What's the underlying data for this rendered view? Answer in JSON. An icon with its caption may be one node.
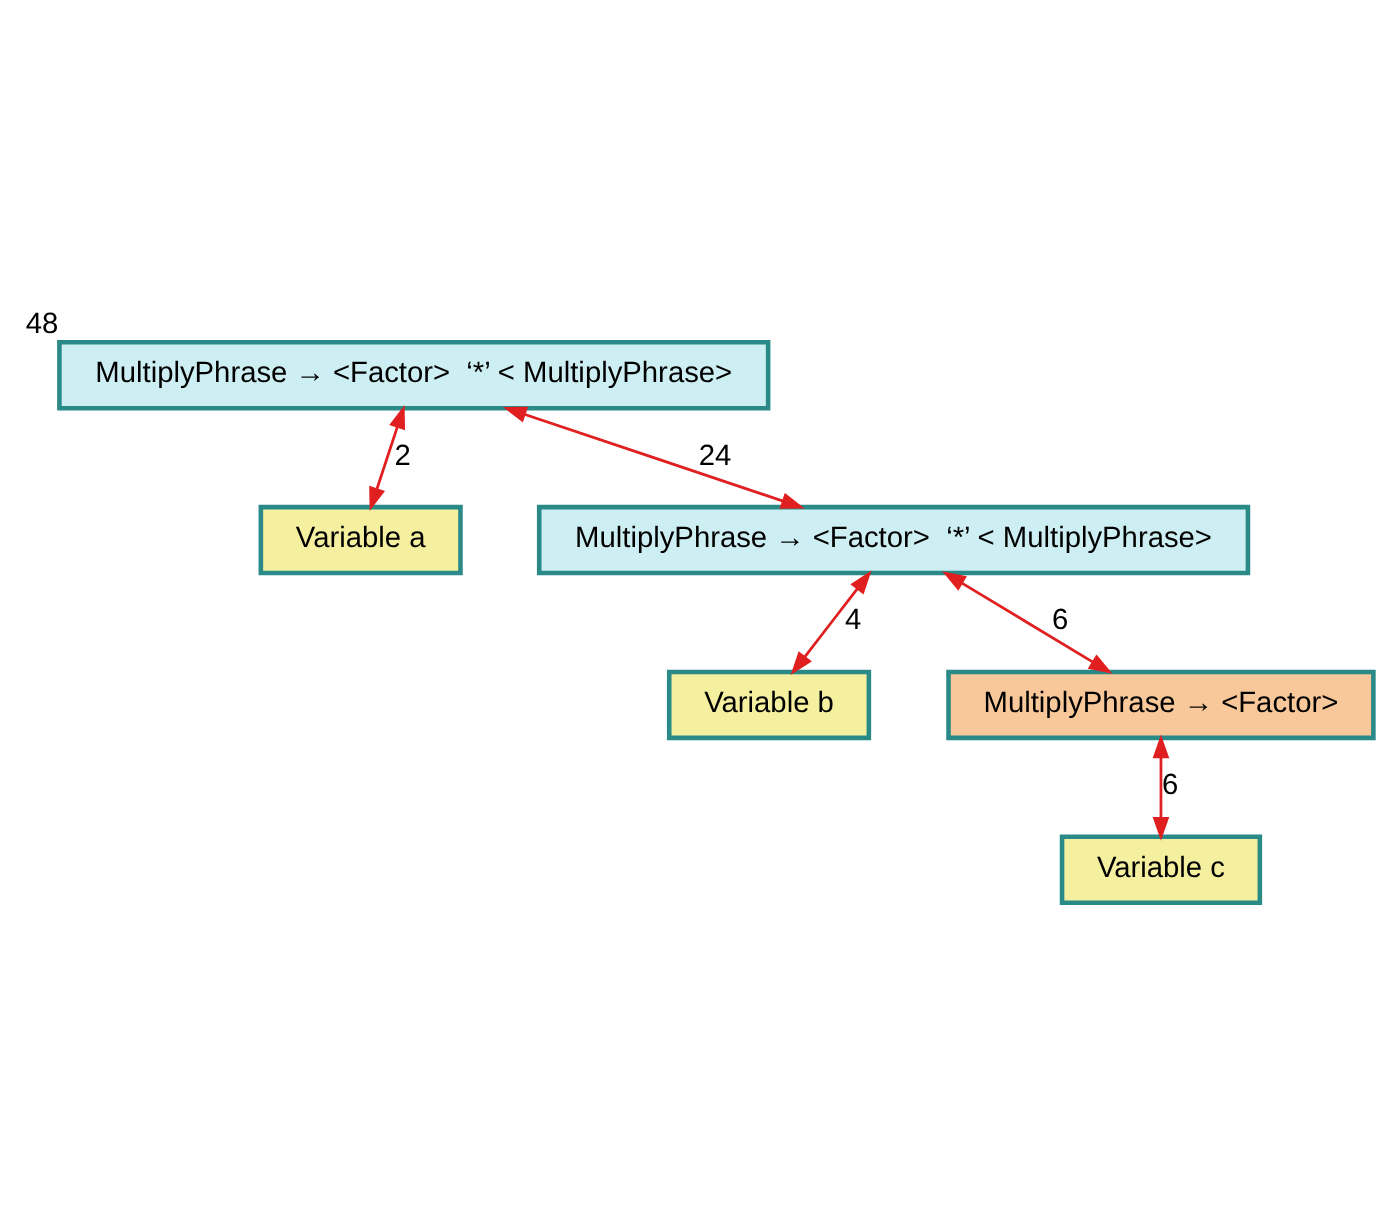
{
  "diagram": {
    "nodes": [
      {
        "text": [
          "MultiplyPhrase → <Factor>  ‘*’ < MultiplyPhrase>"
        ],
        "beside": [
          "48"
        ]
      },
      {
        "text": [
          "Variable a"
        ]
      },
      {
        "text": [
          "MultiplyPhrase → <Factor>  ‘*’ < MultiplyPhrase>"
        ]
      },
      {
        "text": [
          "Variable b"
        ]
      },
      {
        "text": [
          "MultiplyPhrase → <Factor>"
        ]
      },
      {
        "text": [
          "Variable c"
        ]
      }
    ],
    "edges": [
      {
        "from": 0,
        "to": 1,
        "arrow": "both",
        "label": "2"
      },
      {
        "from": 0,
        "to": 2,
        "arrow": "both",
        "label": "24"
      },
      {
        "from": 2,
        "to": 3,
        "arrow": "both",
        "label": "4"
      },
      {
        "from": 2,
        "to": 4,
        "arrow": "both",
        "label": "6"
      },
      {
        "from": 4,
        "to": 5,
        "arrow": "both",
        "label": "6"
      }
    ]
  }
}
